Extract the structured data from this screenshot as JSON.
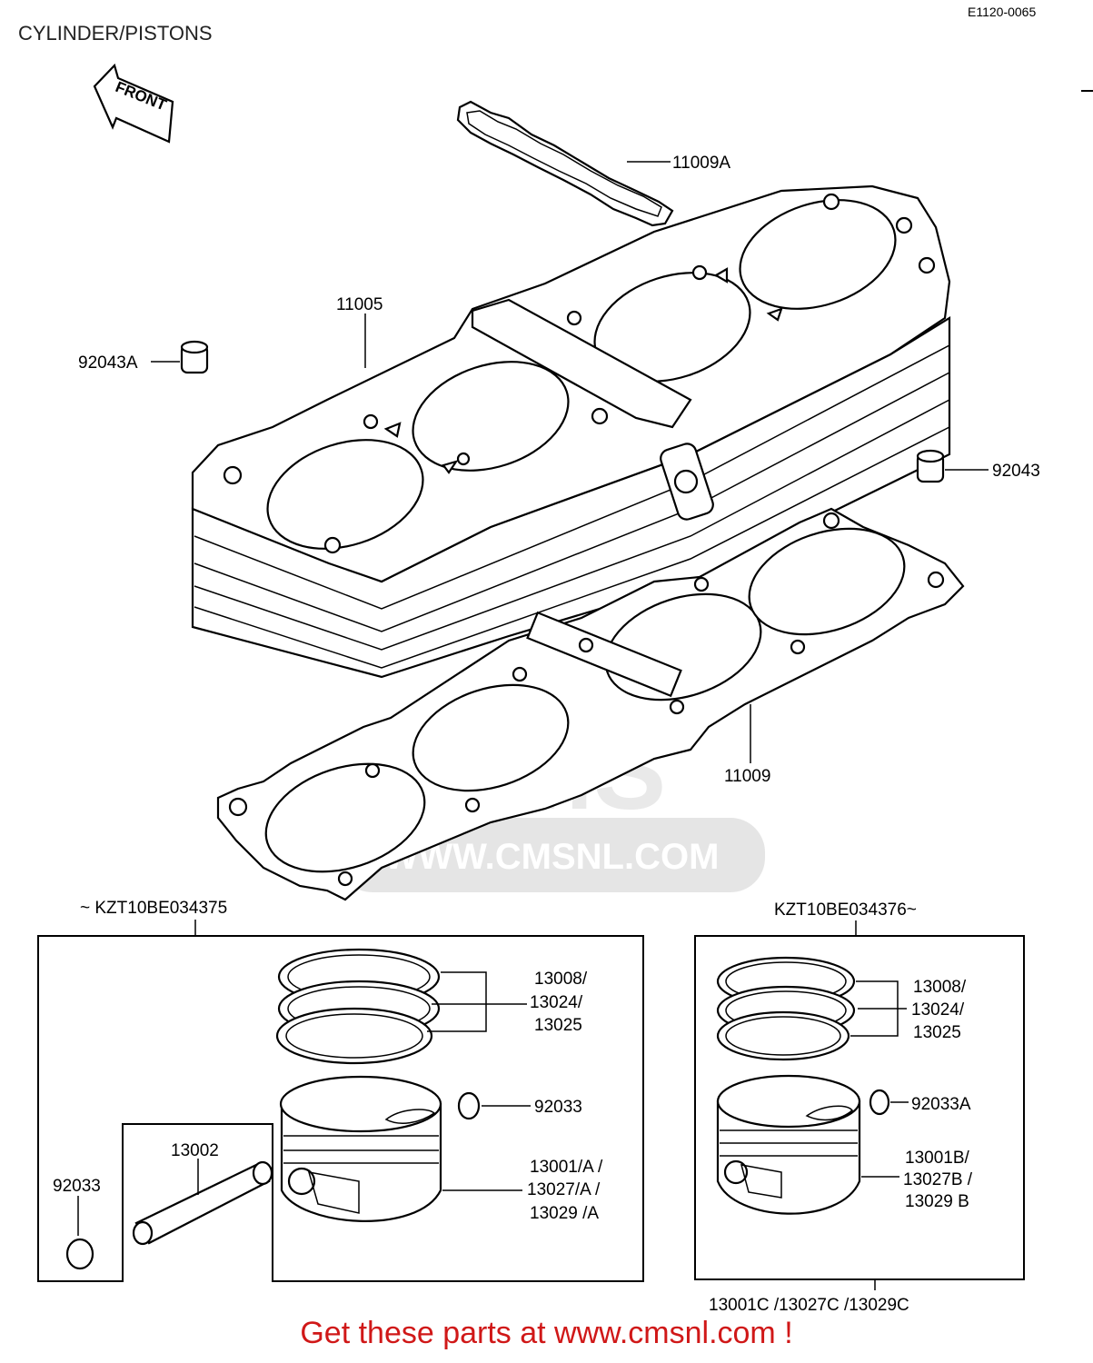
{
  "title": "CYLINDER/PISTONS",
  "code": "E1120-0065",
  "front_label": "FRONT",
  "watermark": "WWW.CMSNL.COM",
  "watermark_logo": "CMS",
  "parts": {
    "head_gasket_top": "11009A",
    "cylinder": "11005",
    "dowel_a": "92043A",
    "dowel": "92043",
    "base_gasket": "11009"
  },
  "box_left": {
    "serial": "~ KZT10BE034375",
    "rings": [
      "13008/",
      "13024/",
      "13025"
    ],
    "circlip": "92033",
    "pin": "13002",
    "pin_circlip": "92033",
    "piston": [
      "13001/A /",
      "13027/A /",
      "13029 /A"
    ]
  },
  "box_right": {
    "serial": "KZT10BE034376~",
    "rings": [
      "13008/",
      "13024/",
      "13025"
    ],
    "circlip": "92033A",
    "piston": [
      "13001B/",
      "13027B /",
      "13029 B"
    ],
    "footnote": "13001C /13027C /13029C"
  },
  "footer": "Get these parts at www.cmsnl.com !"
}
